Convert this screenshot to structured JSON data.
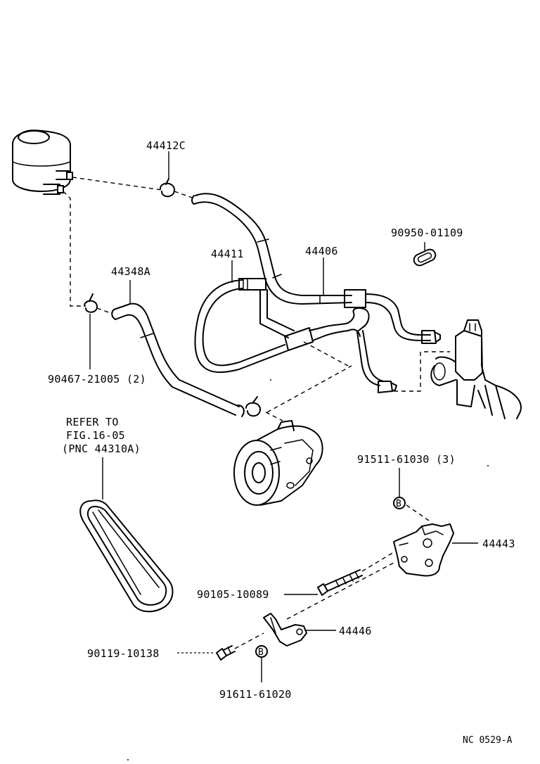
{
  "labels": {
    "p44412c": "44412C",
    "p90950": "90950-01109",
    "p44411": "44411",
    "p44406": "44406",
    "p44348a": "44348A",
    "p90467": "90467-21005 (2)",
    "refer1": "REFER TO",
    "refer2": "FIG.16-05",
    "refer3": "(PNC 44310A)",
    "p91511": "91511-61030 (3)",
    "p44443": "44443",
    "p90105": "90105-10089",
    "p44446": "44446",
    "p90119": "90119-10138",
    "p91611": "91611-61020",
    "ref_code": "NC 0529-A"
  }
}
